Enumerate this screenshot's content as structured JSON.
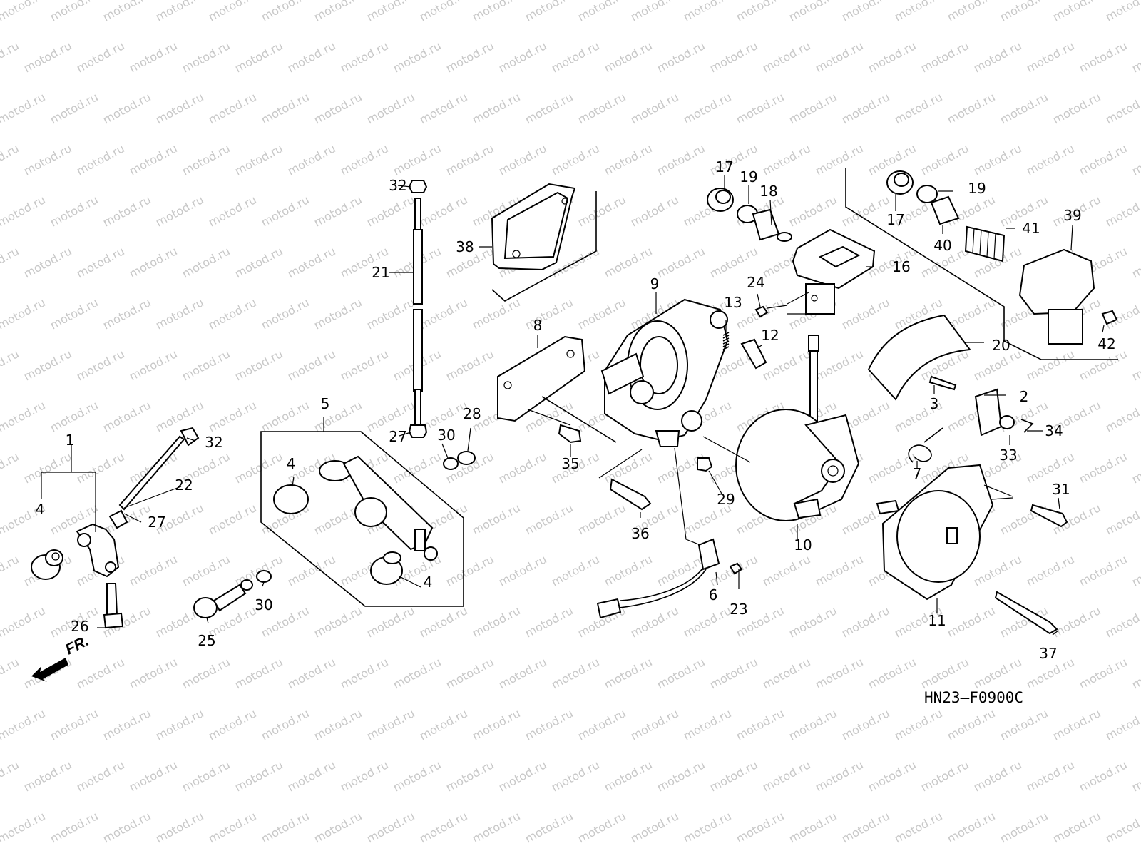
{
  "watermark": {
    "text": "motod.ru",
    "color": "#c8c8c8"
  },
  "diagram_code": "HN23—F0900C",
  "front_marker": "FR.",
  "callouts": [
    {
      "id": "c1",
      "label": "1"
    },
    {
      "id": "c2",
      "label": "2"
    },
    {
      "id": "c3",
      "label": "3"
    },
    {
      "id": "c4a",
      "label": "4"
    },
    {
      "id": "c4b",
      "label": "4"
    },
    {
      "id": "c4c",
      "label": "4"
    },
    {
      "id": "c5",
      "label": "5"
    },
    {
      "id": "c6",
      "label": "6"
    },
    {
      "id": "c7",
      "label": "7"
    },
    {
      "id": "c8",
      "label": "8"
    },
    {
      "id": "c9",
      "label": "9"
    },
    {
      "id": "c10",
      "label": "10"
    },
    {
      "id": "c11",
      "label": "11"
    },
    {
      "id": "c12",
      "label": "12"
    },
    {
      "id": "c13",
      "label": "13"
    },
    {
      "id": "c16",
      "label": "16"
    },
    {
      "id": "c17a",
      "label": "17"
    },
    {
      "id": "c17b",
      "label": "17"
    },
    {
      "id": "c18",
      "label": "18"
    },
    {
      "id": "c19a",
      "label": "19"
    },
    {
      "id": "c19b",
      "label": "19"
    },
    {
      "id": "c20",
      "label": "20"
    },
    {
      "id": "c21",
      "label": "21"
    },
    {
      "id": "c22",
      "label": "22"
    },
    {
      "id": "c23",
      "label": "23"
    },
    {
      "id": "c24",
      "label": "24"
    },
    {
      "id": "c25",
      "label": "25"
    },
    {
      "id": "c26",
      "label": "26"
    },
    {
      "id": "c27a",
      "label": "27"
    },
    {
      "id": "c27b",
      "label": "27"
    },
    {
      "id": "c28",
      "label": "28"
    },
    {
      "id": "c29",
      "label": "29"
    },
    {
      "id": "c30a",
      "label": "30"
    },
    {
      "id": "c30b",
      "label": "30"
    },
    {
      "id": "c31",
      "label": "31"
    },
    {
      "id": "c32a",
      "label": "32"
    },
    {
      "id": "c32b",
      "label": "32"
    },
    {
      "id": "c33",
      "label": "33"
    },
    {
      "id": "c34",
      "label": "34"
    },
    {
      "id": "c35",
      "label": "35"
    },
    {
      "id": "c36",
      "label": "36"
    },
    {
      "id": "c37",
      "label": "37"
    },
    {
      "id": "c38",
      "label": "38"
    },
    {
      "id": "c39",
      "label": "39"
    },
    {
      "id": "c40",
      "label": "40"
    },
    {
      "id": "c41",
      "label": "41"
    },
    {
      "id": "c42",
      "label": "42"
    }
  ]
}
